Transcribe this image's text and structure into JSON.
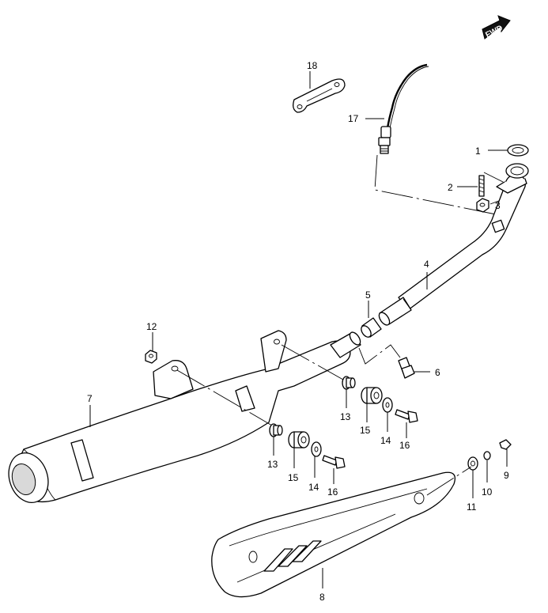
{
  "fwd_badge": {
    "text": "FWD"
  },
  "callouts": {
    "c1": "1",
    "c2": "2",
    "c3": "3",
    "c4": "4",
    "c5": "5",
    "c6": "6",
    "c7": "7",
    "c8": "8",
    "c9": "9",
    "c10": "10",
    "c11": "11",
    "c12": "12",
    "c13a": "13",
    "c13b": "13",
    "c14a": "14",
    "c14b": "14",
    "c15a": "15",
    "c15b": "15",
    "c16a": "16",
    "c16b": "16",
    "c17": "17",
    "c18": "18"
  }
}
